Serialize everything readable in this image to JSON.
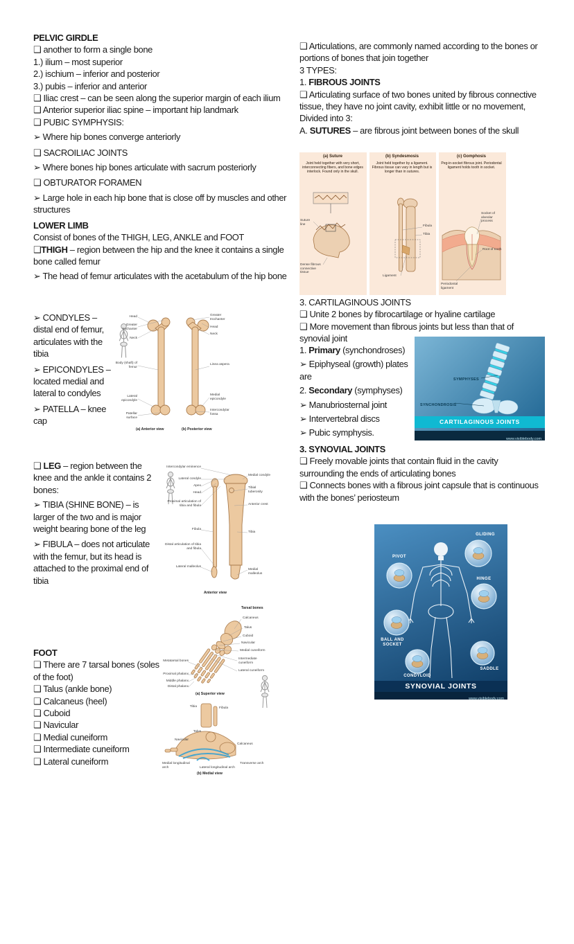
{
  "left": {
    "pelvic": {
      "title": "PELVIC GIRDLE",
      "items": [
        "❑ another to form a single bone",
        "1.) ilium – most superior",
        "2.) ischium – inferior and posterior",
        "3.) pubis – inferior and anterior",
        "❑ Iliac crest – can be seen along the superior margin of each ilium",
        "❑ Anterior superior iliac spine – important hip landmark",
        "❑ PUBIC SYMPHYSIS:",
        "➢ Where hip bones converge anteriorly",
        "❑ SACROILIAC JOINTS",
        "➢ Where bones hip bones articulate with sacrum posteriorly",
        "❑ OBTURATOR FORAMEN",
        "➢ Large hole in each hip bone that is close off by muscles and other structures"
      ]
    },
    "lower": {
      "title": "LOWER LIMB",
      "intro": "Consist of bones of the THIGH, LEG, ANKLE and FOOT",
      "thigh": {
        "pre": "❑",
        "bold": "THIGH",
        "rest": " – region between the hip and the knee it contains a single bone called femur"
      },
      "head_line": "➢ The head of femur articulates with the acetabulum of the hip bone",
      "condyles": "➢ CONDYLES – distal end of femur, articulates with the tibia",
      "epicondyles": "➢ EPICONDYLES – located medial and lateral to condyles",
      "patella": "➢ PATELLA – knee cap"
    },
    "leg": {
      "lead": {
        "pre": "❑ ",
        "bold": "LEG",
        "rest": " – region between the knee and the ankle it contains 2 bones:"
      },
      "tibia": "➢ TIBIA (SHINE BONE) – is larger of the two and is major weight bearing bone of the leg",
      "fibula": "➢ FIBULA – does not articulate with the femur, but its head is attached to the proximal end of tibia"
    },
    "foot": {
      "title": "FOOT",
      "items": [
        "❑ There are 7 tarsal bones (soles of the foot)",
        "❑ Talus (ankle bone)",
        "❑ Calcaneus (heel)",
        "❑ Cuboid",
        "❑ Navicular",
        "❑ Medial cuneiform",
        "❑ Intermediate cuneiform",
        "❑ Lateral cuneiform"
      ]
    }
  },
  "right": {
    "articulations": "❑ Articulations, are commonly named according to the bones or portions of bones that join together",
    "types": "3 TYPES:",
    "fibrous": {
      "heading": {
        "pre": "1. ",
        "bold": "FIBROUS JOINTS"
      },
      "desc": "❑ Articulating surface of two bones united by fibrous connective tissue, they have no joint cavity, exhibit little or no movement,",
      "divided": "Divided into 3:",
      "sutures": {
        "pre": "A. ",
        "bold": "SUTURES",
        "rest": " – are fibrous joint between bones of the skull"
      }
    },
    "cart": {
      "heading": "3. CARTILAGINOUS JOINTS",
      "unite": "❑ Unite 2 bones by fibrocartilage or hyaline cartilage",
      "movement": "❑ More movement than fibrous joints but less than that of synovial joint",
      "primary": {
        "pre": "1. ",
        "bold": "Primary",
        "rest": " (synchondroses)"
      },
      "epiphyseal": "➢ Epiphyseal (growth) plates are",
      "secondary": {
        "pre": "2. ",
        "bold": "Secondary",
        "rest": " (symphyses)"
      },
      "items": [
        "➢ Manubriosternal joint",
        "➢ Intervertebral discs",
        "➢ Pubic symphysis."
      ]
    },
    "synovial": {
      "heading": "3. SYNOVIAL JOINTS",
      "freely": "❑ Freely movable joints that contain fluid in the cavity surrounding the ends of articulating bones",
      "connects": "❑ Connects bones with a fibrous joint capsule that is continuous with the bones’ periosteum"
    }
  },
  "figures": {
    "femur": {
      "labels_left": [
        "Head",
        "Greater trochanter",
        "Neck",
        "Body (shaft) of femur",
        "Lateral epicondyle",
        "Patellar surface"
      ],
      "labels_right": [
        "Greater trochanter",
        "Head",
        "Neck",
        "Linea aspera",
        "Medial epicondyle",
        "Intercondylar fossa"
      ],
      "caption_a": "(a) Anterior view",
      "caption_b": "(b) Posterior view"
    },
    "tibia": {
      "labels_left": [
        "Intercondylar eminence",
        "Lateral condyle",
        "Apex",
        "Head",
        "Proximal articulation of tibia and fibula",
        "Fibula",
        "Distal articulation of tibia and fibula",
        "Lateral malleolus"
      ],
      "labels_right": [
        "Medial condyle",
        "Tibial tuberosity",
        "Anterior crest",
        "Tibia",
        "Medial malleolus"
      ],
      "caption": "Anterior view"
    },
    "foot": {
      "top_left": [
        "Metatarsal bones",
        "Proximal phalanx",
        "Middle phalanx",
        "Distal phalanx"
      ],
      "top_right": [
        "Tarsal bones",
        "Calcaneus",
        "Talus",
        "Cuboid",
        "Navicular",
        "Medial cuneiform",
        "Intermediate cuneiform",
        "Lateral cuneiform"
      ],
      "top_caption": "(a) Superior view",
      "bottom_labels": [
        "Tibia",
        "Fibula",
        "Talus",
        "Navicular",
        "Calcaneus",
        "Medial longitudinal arch",
        "Lateral longitudinal arch",
        "Transverse arch"
      ],
      "bottom_caption": "(b) Medial view"
    },
    "fibrous": {
      "panels": [
        {
          "title": "(a) Suture",
          "desc": "Joint held together with very short, interconnecting fibers, and bone edges interlock. Found only in the skull.",
          "labels": [
            "Suture line",
            "Dense fibrous connective tissue"
          ]
        },
        {
          "title": "(b) Syndesmosis",
          "desc": "Joint held together by a ligament. Fibrous tissue can vary in length but is longer than in sutures.",
          "labels": [
            "Fibula",
            "Tibia",
            "Ligament"
          ]
        },
        {
          "title": "(c) Gomphosis",
          "desc": "Peg-in-socket fibrous joint. Periodontal ligament holds tooth in socket.",
          "labels": [
            "Socket of alveolar process",
            "Root of tooth",
            "Periodontal ligament"
          ]
        }
      ]
    },
    "cart": {
      "symphyses": "SYMPHYSES",
      "synchondrosis": "SYNCHONDROSIS",
      "banner": "CARTILAGINOUS JOINTS",
      "watermark": "www.visiblebody.com"
    },
    "synovial": {
      "joints": [
        "GLIDING",
        "PIVOT",
        "HINGE",
        "BALL AND SOCKET",
        "CONDYLOID",
        "SADDLE"
      ],
      "banner": "SYNOVIAL JOINTS",
      "watermark": "www.visiblebody.com"
    }
  }
}
